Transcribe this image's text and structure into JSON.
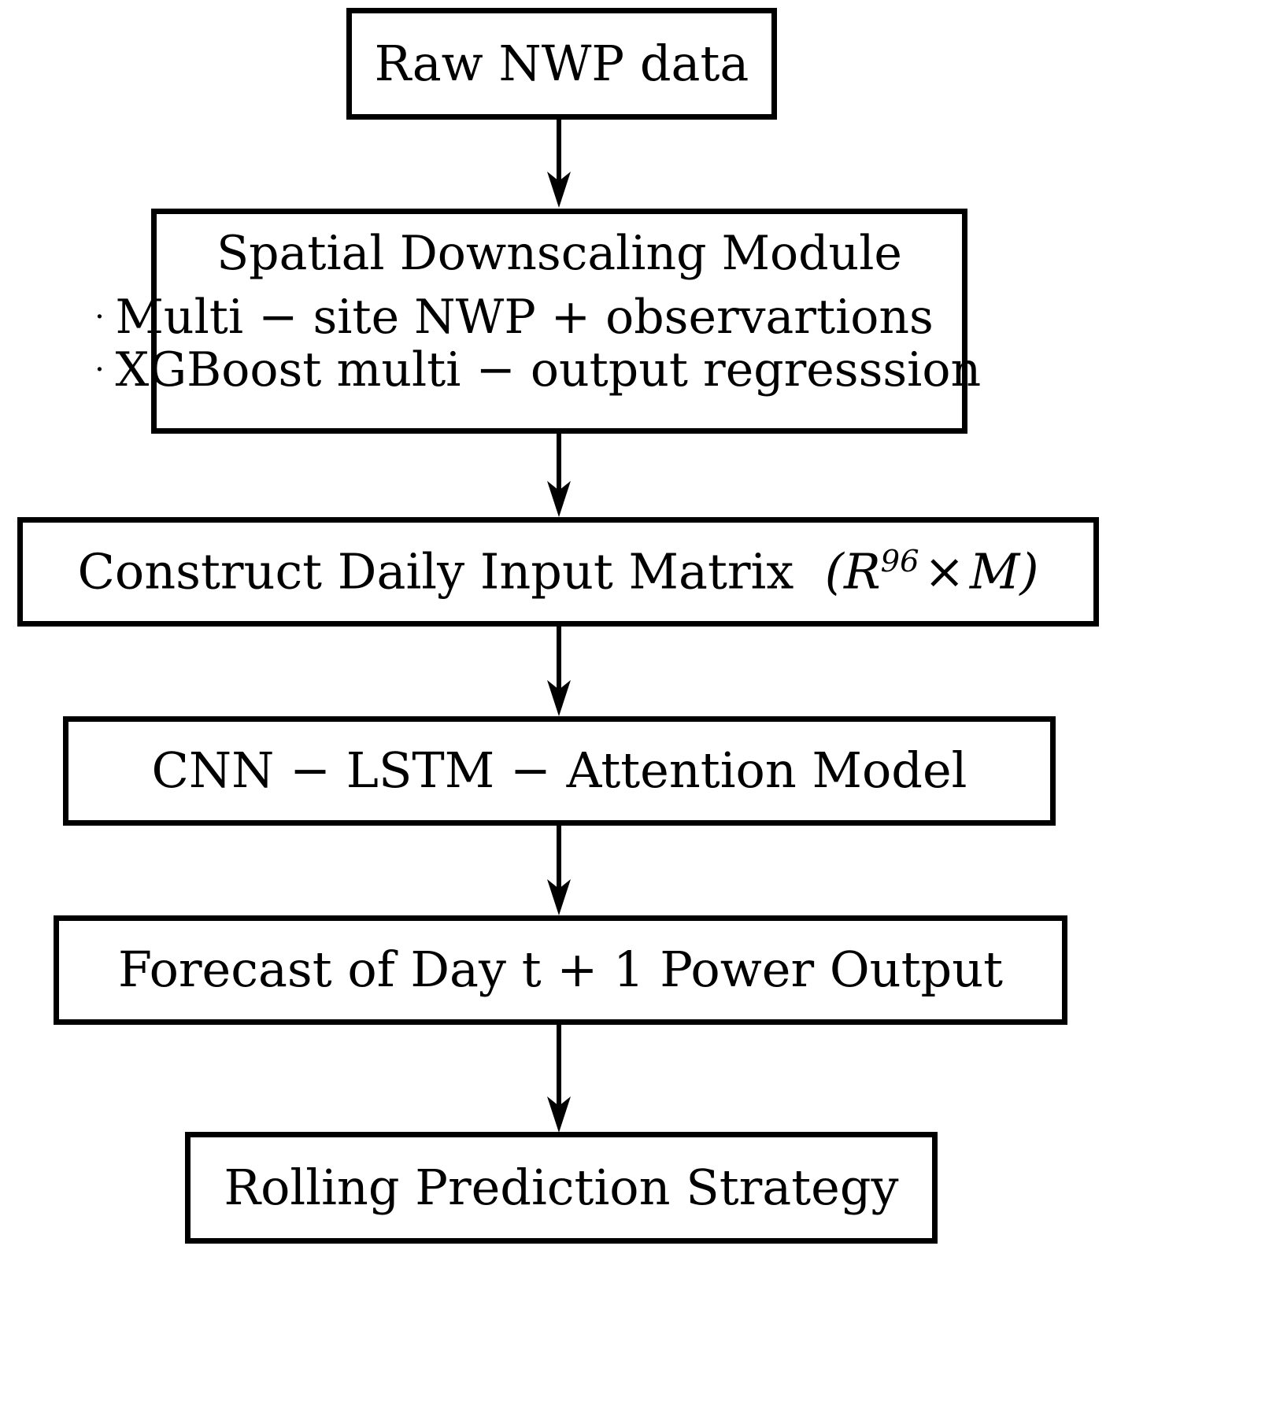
{
  "diagram": {
    "title": "NWP-driven power forecasting pipeline flowchart",
    "orientation": "top-to-bottom",
    "stroke_color": "#000000",
    "fill_color": "#ffffff",
    "nodes": [
      {
        "id": "raw-nwp-data",
        "label": "Raw NWP data"
      },
      {
        "id": "spatial-downscaling-module",
        "title": "Spatial Downscaling Module",
        "bullets": [
          {
            "marker": "·",
            "text": "Multi − site NWP + observartions"
          },
          {
            "marker": "·",
            "text": "XGBoost multi − output regresssion"
          }
        ]
      },
      {
        "id": "construct-daily-input-matrix",
        "label_prefix": "Construct Daily Input Matrix",
        "math": {
          "open": "(",
          "base": "R",
          "exponent": "96",
          "operator": "×",
          "factor": "M",
          "close": ")"
        }
      },
      {
        "id": "cnn-lstm-attention-model",
        "label": "CNN − LSTM − Attention Model"
      },
      {
        "id": "forecast-day-power-output",
        "label": "Forecast of Day t + 1 Power Output"
      },
      {
        "id": "rolling-prediction-strategy",
        "label": "Rolling Prediction Strategy"
      }
    ],
    "edges": [
      {
        "id": "edge-raw-to-downscaling",
        "from": "raw-nwp-data",
        "to": "spatial-downscaling-module",
        "arrowhead": "filled-triangle"
      },
      {
        "id": "edge-downscaling-to-matrix",
        "from": "spatial-downscaling-module",
        "to": "construct-daily-input-matrix",
        "arrowhead": "filled-triangle"
      },
      {
        "id": "edge-matrix-to-cnn",
        "from": "construct-daily-input-matrix",
        "to": "cnn-lstm-attention-model",
        "arrowhead": "filled-triangle"
      },
      {
        "id": "edge-cnn-to-forecast",
        "from": "cnn-lstm-attention-model",
        "to": "forecast-day-power-output",
        "arrowhead": "filled-triangle"
      },
      {
        "id": "edge-forecast-to-rolling",
        "from": "forecast-day-power-output",
        "to": "rolling-prediction-strategy",
        "arrowhead": "filled-triangle"
      }
    ]
  }
}
